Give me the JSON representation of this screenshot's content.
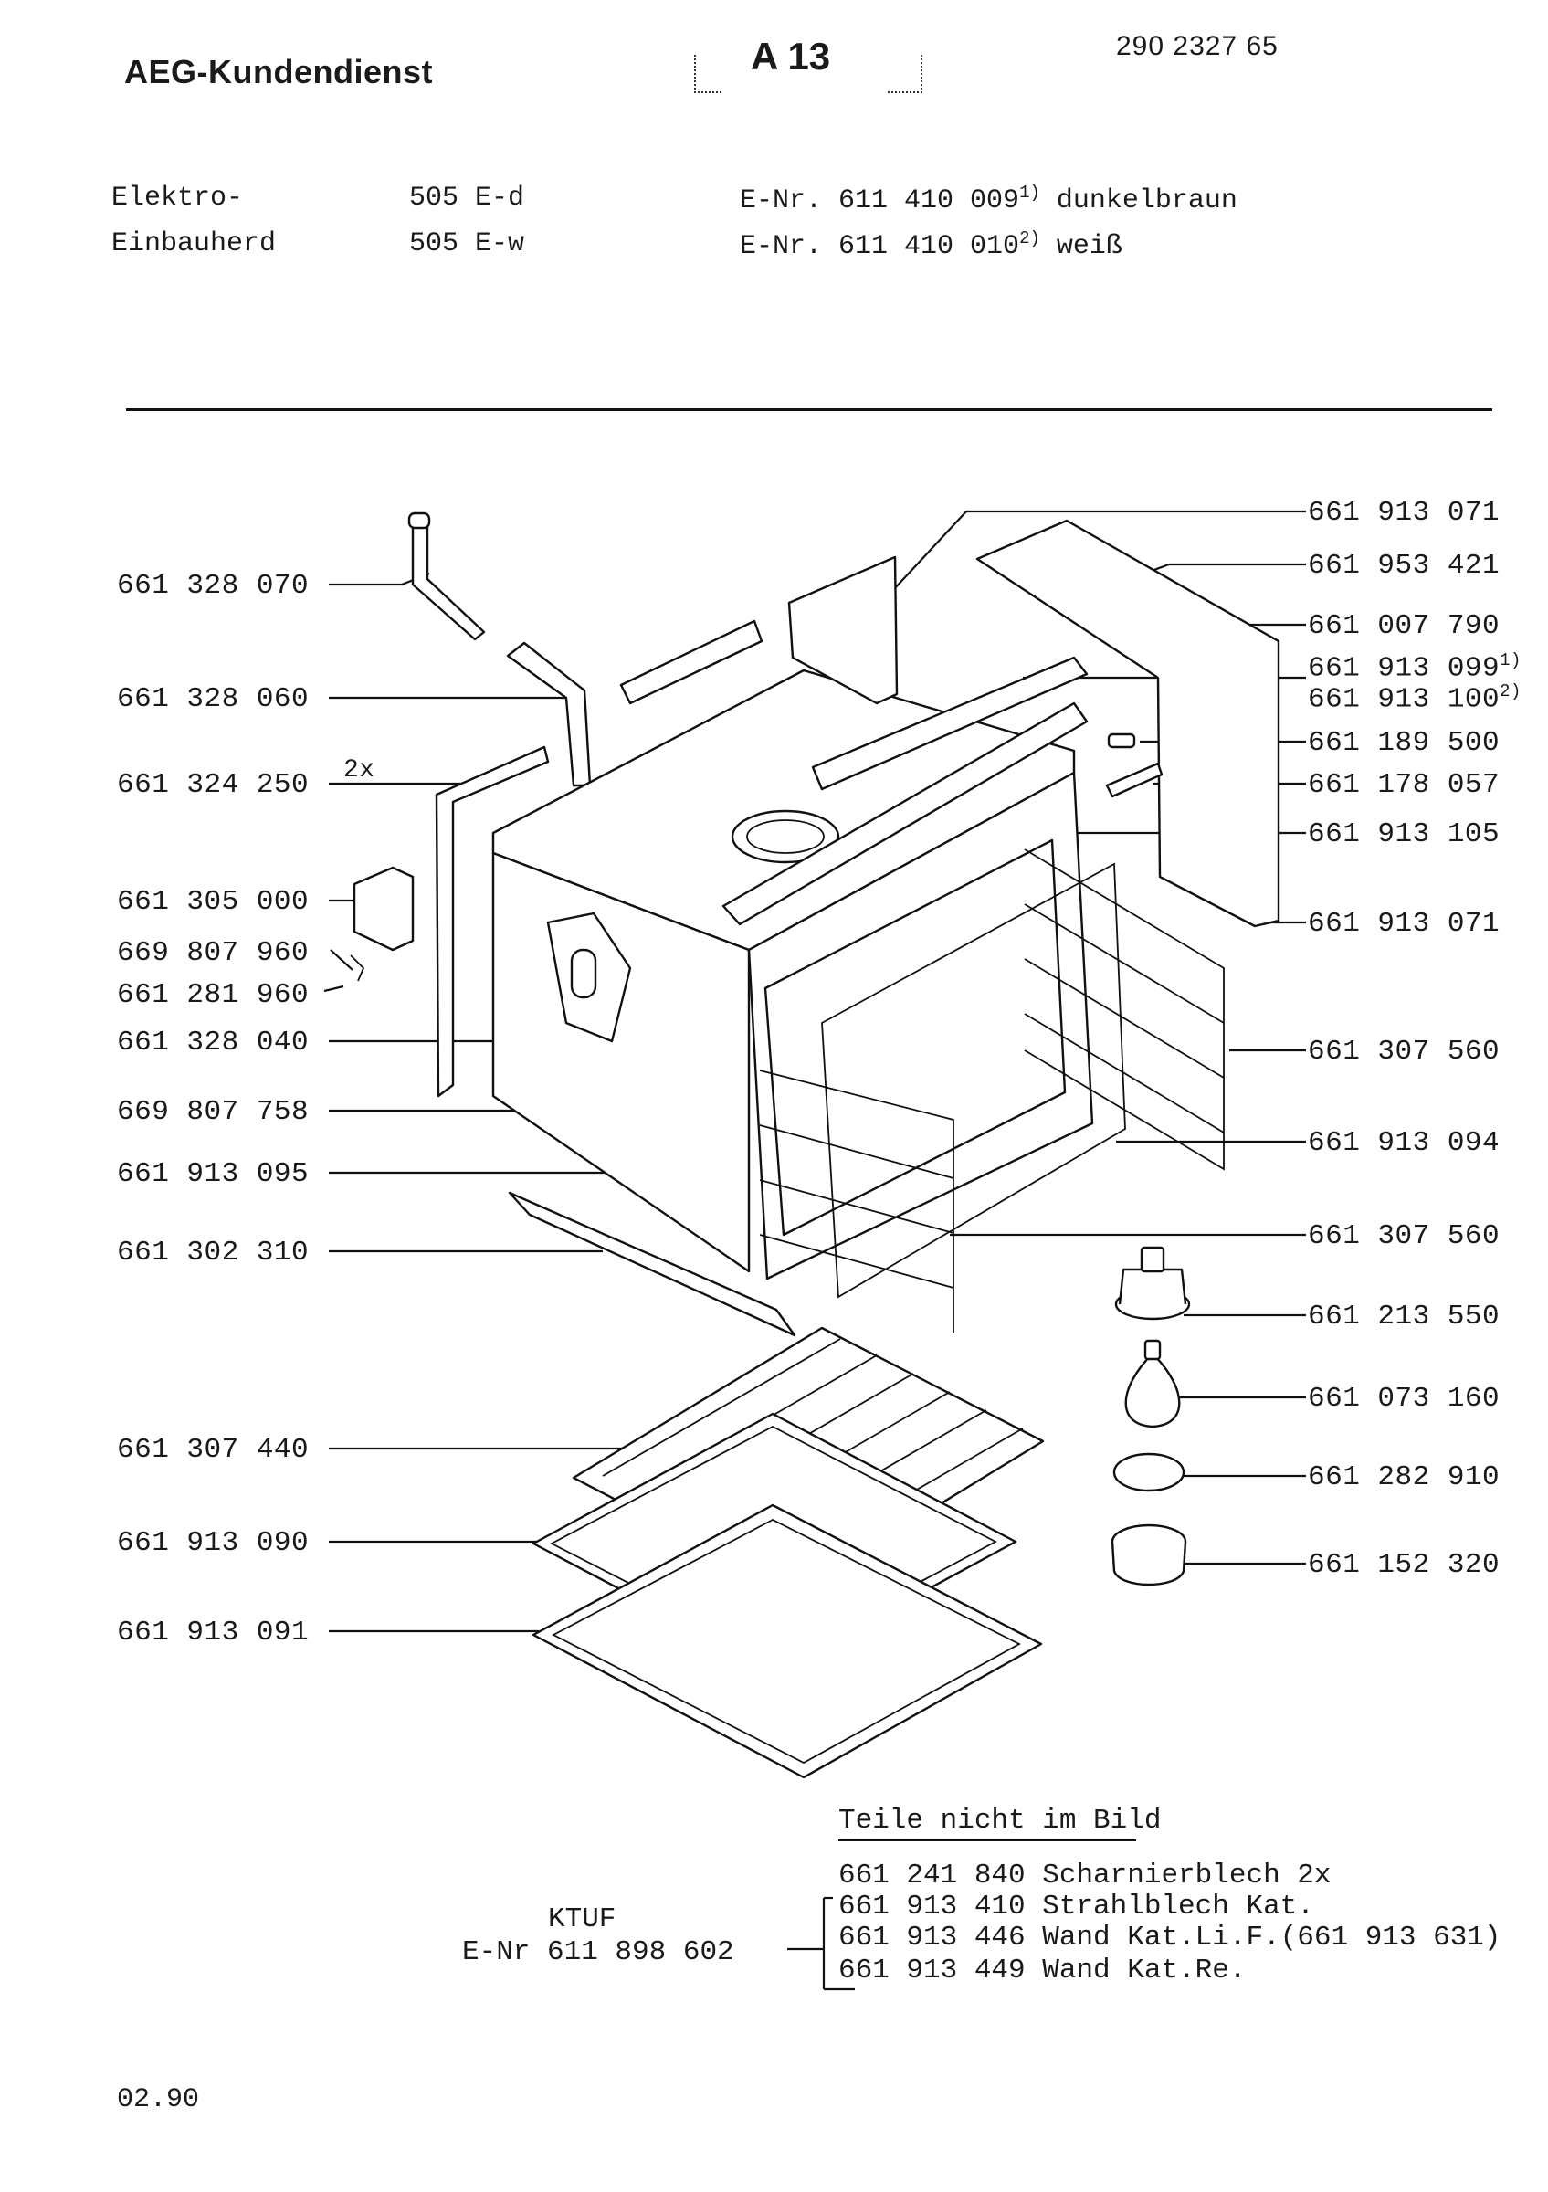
{
  "header": {
    "brand": "AEG-Kundendienst",
    "page_code": "A 13",
    "document_number": "290 2327 65"
  },
  "appliance": {
    "line1_name": "Elektro-",
    "line2_name": "Einbauherd",
    "line1_model": "505 E-d",
    "line2_model": "505 E-w",
    "line1_enr": "E-Nr. 611 410 009",
    "line1_sup": "1)",
    "line1_color": "dunkelbraun",
    "line2_enr": "E-Nr. 611 410 010",
    "line2_sup": "2)",
    "line2_color": "weiß"
  },
  "left_parts": [
    "661 328 070",
    "661 328 060",
    "661 324 250",
    "661 305 000",
    "669 807 960",
    "661 281 960",
    "661 328 040",
    "669 807 758",
    "661 913 095",
    "661 302 310",
    "661 307 440",
    "661 913 090",
    "661 913 091"
  ],
  "left_qty_note": "2x",
  "right_parts": [
    "661 913 071",
    "661 953 421",
    "661 007 790",
    "661 913 099",
    "661 913 100",
    "661 189 500",
    "661 178 057",
    "661 913 105",
    "661 913 071",
    "661 307 560",
    "661 913 094",
    "661 307 560",
    "661 213 550",
    "661 073 160",
    "661 282 910",
    "661 152 320"
  ],
  "right_sup_1": "1)",
  "right_sup_2": "2)",
  "not_in_picture": {
    "heading": "Teile nicht im Bild",
    "items": [
      "661 241 840 Scharnierblech 2x",
      "661 913 410 Strahlblech Kat.",
      "661 913 446 Wand Kat.Li.F.(661 913 631)",
      "661 913 449 Wand Kat.Re."
    ]
  },
  "ktuf": {
    "label": "KTUF",
    "enr": "E-Nr 611 898 602"
  },
  "footer": {
    "date": "02.90"
  }
}
